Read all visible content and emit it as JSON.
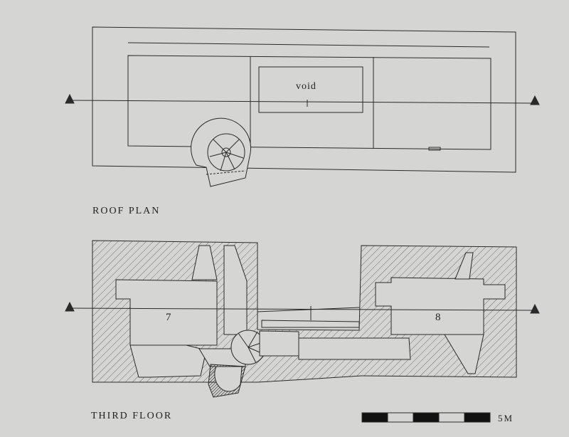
{
  "roof_plan": {
    "title": "ROOF PLAN",
    "void_label": "void"
  },
  "third_floor": {
    "title": "THIRD FLOOR",
    "rooms": [
      "7",
      "8"
    ]
  },
  "scale_bar": {
    "label": "5M",
    "segments": 5
  },
  "colors": {
    "background": "#d5d5d3",
    "ink": "#2a2a2a"
  }
}
